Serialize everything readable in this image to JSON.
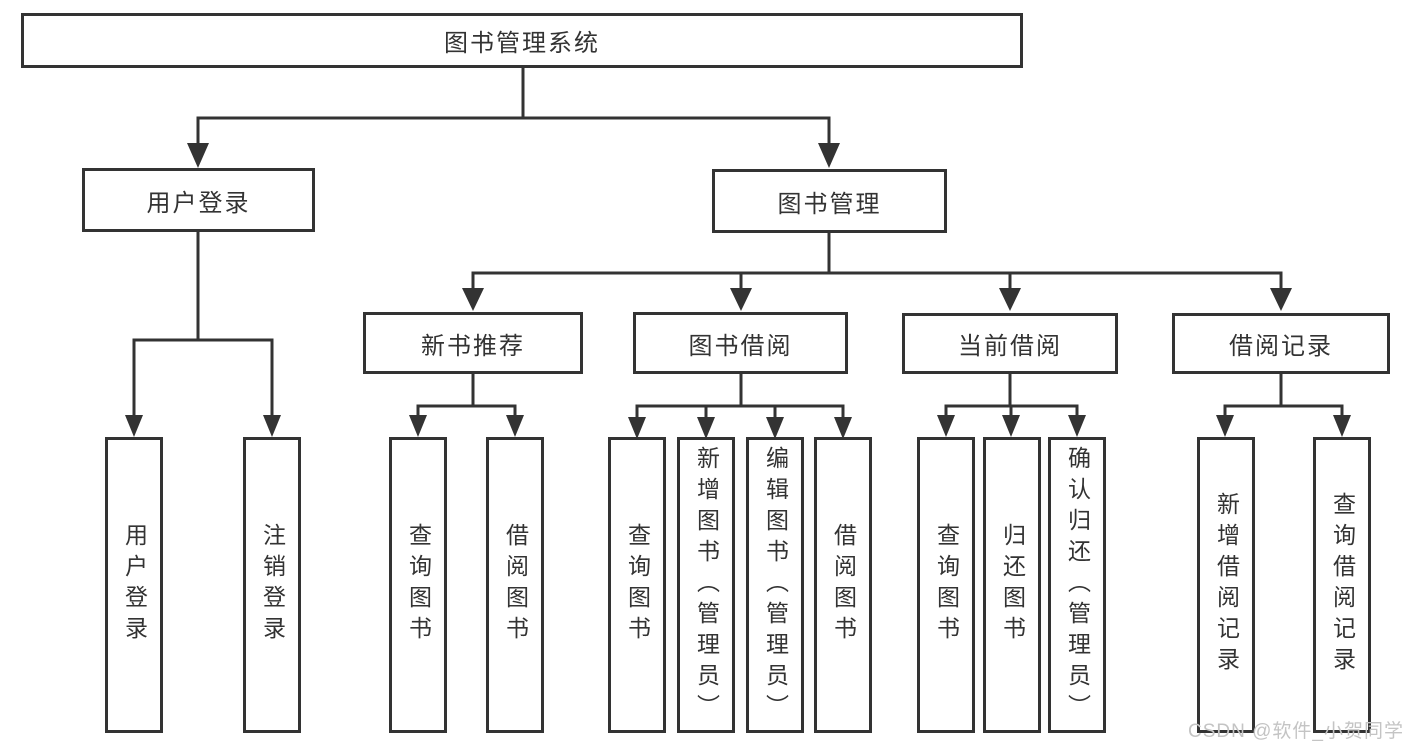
{
  "diagram": {
    "root": {
      "label": "图书管理系统"
    },
    "level2": [
      {
        "label": "用户登录"
      },
      {
        "label": "图书管理"
      }
    ],
    "level3": [
      {
        "label": "新书推荐"
      },
      {
        "label": "图书借阅"
      },
      {
        "label": "当前借阅"
      },
      {
        "label": "借阅记录"
      }
    ],
    "leaves": [
      {
        "label": "用户登录"
      },
      {
        "label": "注销登录"
      },
      {
        "label": "查询图书"
      },
      {
        "label": "借阅图书"
      },
      {
        "label": "查询图书"
      },
      {
        "label": "新增图书（管理员）"
      },
      {
        "label": "编辑图书（管理员）"
      },
      {
        "label": "借阅图书"
      },
      {
        "label": "查询图书"
      },
      {
        "label": "归还图书"
      },
      {
        "label": "确认归还（管理员）"
      },
      {
        "label": "新增借阅记录"
      },
      {
        "label": "查询借阅记录"
      }
    ]
  },
  "watermark": {
    "text": "CSDN @软件_小贺同学"
  },
  "colors": {
    "line": "#333333",
    "text": "#333333",
    "watermark": "#c4c4c4",
    "background": "#ffffff"
  }
}
